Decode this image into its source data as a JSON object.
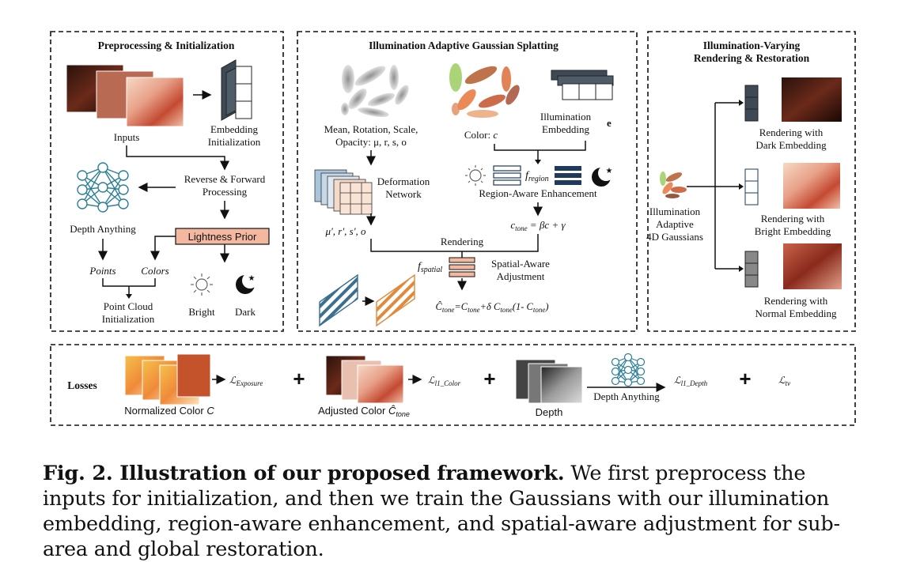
{
  "panels": {
    "preprocessing": {
      "title": "Preprocessing & Initialization",
      "inputs_label": "Inputs",
      "embedding_init_label": [
        "Embedding",
        "Initialization"
      ],
      "reverse_forward_label": [
        "Reverse & Forward",
        "Processing"
      ],
      "depth_anything_label": "Depth Anything",
      "lightness_prior_label": "Lightness Prior",
      "points_label": "Points",
      "colors_label": "Colors",
      "point_cloud_label": [
        "Point Cloud",
        "Initialization"
      ],
      "bright_label": "Bright",
      "dark_label": "Dark"
    },
    "gaussian_splatting": {
      "title": "Illumination Adaptive Gaussian Splatting",
      "attributes_label": [
        "Mean, Rotation, Scale,",
        "Opacity: μ, r, s, o"
      ],
      "color_label": "Color: c",
      "illumination_embedding_label": [
        "Illumination",
        "Embedding"
      ],
      "embedding_symbol": "e",
      "deformation_label": [
        "Deformation",
        "Network"
      ],
      "f_region_label": "f",
      "f_region_sub": "region",
      "region_enh_label": "Region-Aware Enhancement",
      "deformed_attrs_label": "μ', r', s', o",
      "c_tone_formula": "c_tone = βc + γ",
      "rendering_label": "Rendering",
      "f_spatial_label": "f",
      "f_spatial_sub": "spatial",
      "spatial_adj_label": [
        "Spatial-Aware",
        "Adjustment"
      ],
      "final_formula": "Ĉ_tone=C_tone+δ C_tone(1- C_tone)"
    },
    "rendering": {
      "title": [
        "Illumination-Varying",
        "Rendering & Restoration"
      ],
      "gaussians_label": [
        "Illumination",
        "Adaptive",
        "4D Gaussians"
      ],
      "dark_render_label": [
        "Rendering with",
        "Dark Embedding"
      ],
      "bright_render_label": [
        "Rendering with",
        "Bright Embedding"
      ],
      "normal_render_label": [
        "Rendering with",
        "Normal Embedding"
      ]
    },
    "losses": {
      "title": "Losses",
      "normalized_color_label": "Normalized Color C",
      "exposure_loss": "ℒ_Exposure",
      "adjusted_color_label": "Adjusted Color Ĉ_tone",
      "l1_color_loss": "ℒ_l1_Color",
      "depth_label": "Depth",
      "depth_anything_label": "Depth Anything",
      "l1_depth_loss": "ℒ_l1_Depth",
      "tv_loss": "ℒ_tv",
      "plus": "+"
    }
  },
  "caption": {
    "bold_prefix": "Fig. 2. Illustration of our proposed framework.",
    "text": " We first preprocess the inputs for initialization, and then we train the Gaussians with our illumination embedding, region-aware enhancement, and spatial-aware adjustment for sub-area and global restoration."
  },
  "colors": {
    "lightness_prior_fill": "#f4b8a0",
    "embedding_dark": "#3d4a55",
    "embedding_navy": "#1f3a5a",
    "hatch_blue": "#3a6f8f",
    "hatch_orange": "#e08a3c"
  }
}
